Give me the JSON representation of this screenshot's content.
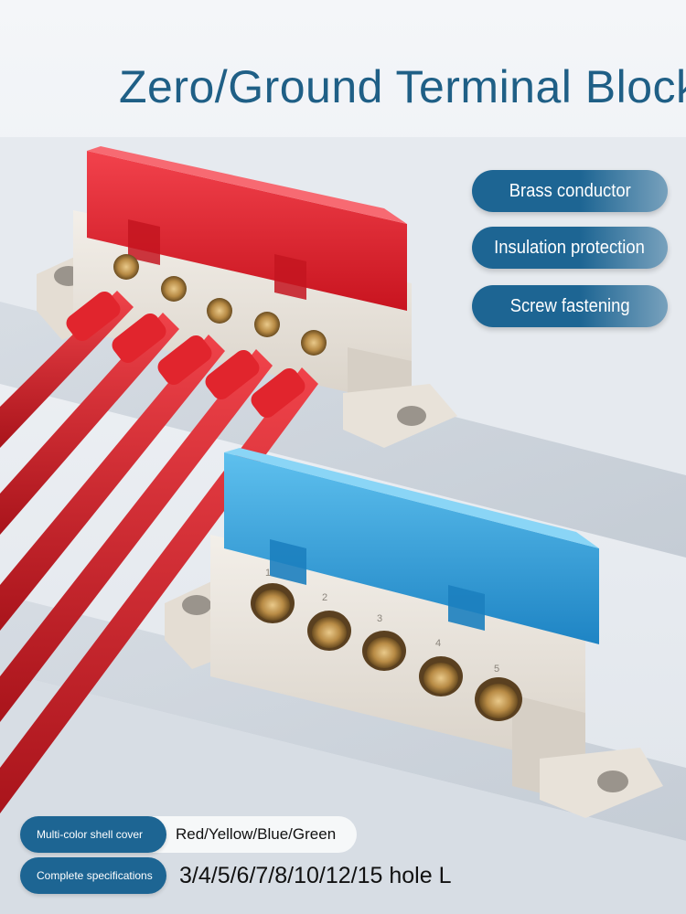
{
  "title": "Zero/Ground Terminal Block",
  "features": [
    "Brass conductor",
    "Insulation protection",
    "Screw fastening"
  ],
  "specs": [
    {
      "label": "Multi-color shell cover",
      "value": "Red/Yellow/Blue/Green"
    },
    {
      "label": "Complete specifications",
      "value": "3/4/5/6/7/8/10/12/15 hole L"
    }
  ],
  "hole_numbers": [
    "1",
    "2",
    "3",
    "4",
    "5"
  ],
  "colors": {
    "title": "#1f5f86",
    "pill": "#1d6593",
    "red_cover": "#e0202c",
    "blue_cover": "#2f9fd9",
    "housing": "#ebe6df",
    "wire": "#d8232a"
  }
}
